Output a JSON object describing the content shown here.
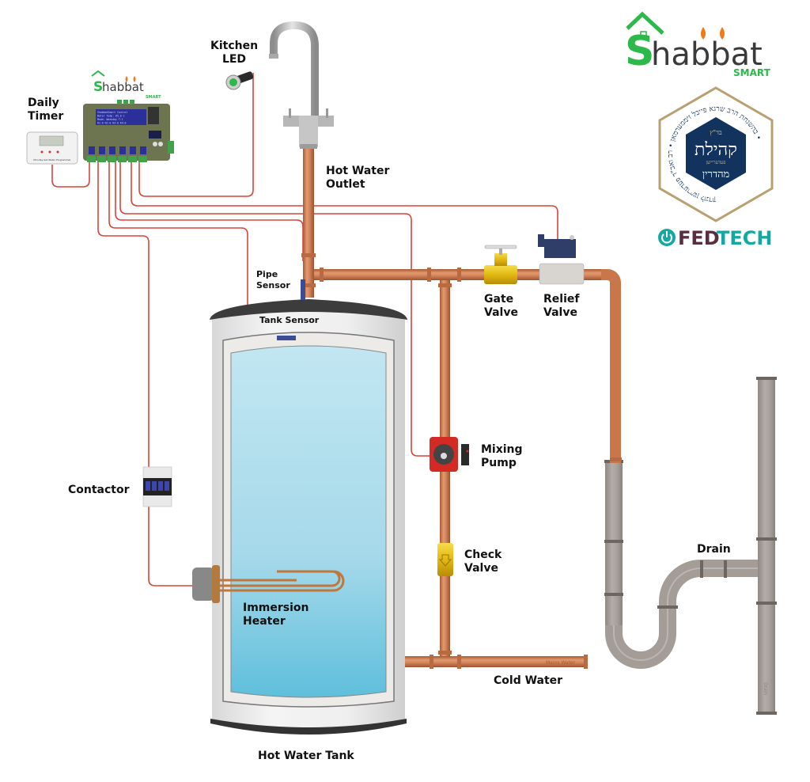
{
  "brand": {
    "name_prefix": "S",
    "name_rest": "habbat",
    "sub": "SMART",
    "green": "#2db84a",
    "dark": "#3a3a3a"
  },
  "certification": {
    "center_top": "בד\"ץ",
    "center_main": "קהילת",
    "center_sub": "פעדעריישן",
    "center_bottom": "מהדרין",
    "ring_text": "בהשגחת הרב שרגא פייבל זיממערמאן • רב ואב\"ד פעדערישן לונדון •",
    "navy": "#12335d",
    "gold": "#b9a071"
  },
  "partner": {
    "name_a": "FED",
    "name_b": "TECH",
    "teal": "#15a8a3",
    "maroon": "#5b2e3f"
  },
  "controller": {
    "screen_lines": [
      "ShabbatSmart Control",
      "Water Temp: 65.0 C",
      "Mode: Weekday  T:1",
      "R1:0 R2:0 R3:0 R4:0"
    ]
  },
  "timer": {
    "caption": "Monday-Sat Water Programmer"
  },
  "labels": {
    "daily_timer": [
      "Daily",
      "Timer"
    ],
    "kitchen_led": [
      "Kitchen",
      "LED"
    ],
    "hot_water_outlet": [
      "Hot Water",
      "Outlet"
    ],
    "pipe_sensor": [
      "Pipe",
      "Sensor"
    ],
    "tank_sensor": "Tank Sensor",
    "gate_valve": [
      "Gate",
      "Valve"
    ],
    "relief_valve": [
      "Relief",
      "Valve"
    ],
    "mixing_pump": [
      "Mixing",
      "Pump"
    ],
    "check_valve": [
      "Check",
      "Valve"
    ],
    "contactor": "Contactor",
    "immersion_heater": [
      "Immersion",
      "Heater"
    ],
    "cold_water": "Cold Water",
    "mains_water_stamp": "Mains Water",
    "drain": "Drain",
    "drain_stamp": "Drain",
    "hot_water_tank": "Hot Water Tank"
  },
  "colors": {
    "wire": "#d9443a",
    "copper": "#c9764a",
    "water": "#a8dbeb",
    "brass": "#e8c21c",
    "pump": "#d42a24",
    "drain_pipe": "#a39c97",
    "sensor": "#3b4b95"
  }
}
